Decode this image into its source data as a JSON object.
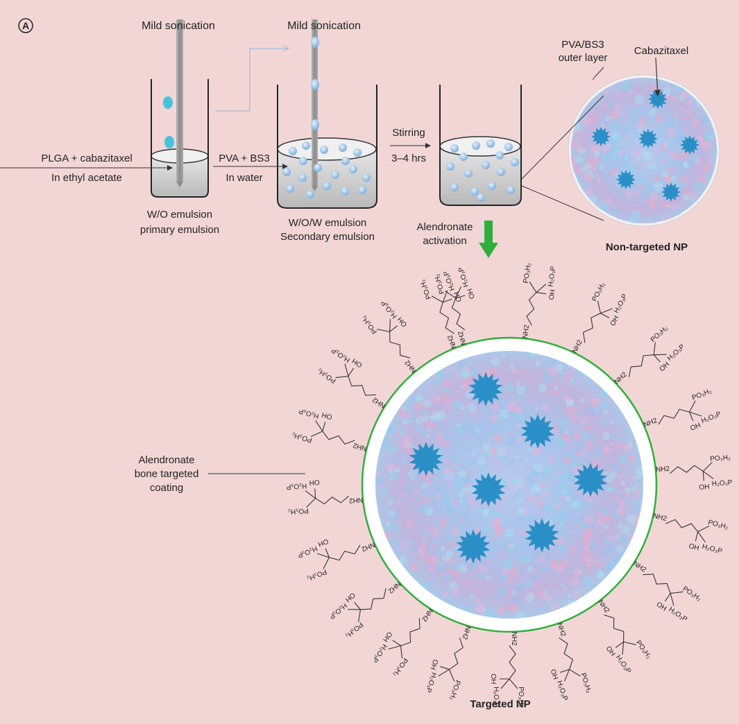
{
  "panel_label": "A",
  "steps": {
    "sonication_1": "Mild sonication",
    "sonication_2": "Mild sonication",
    "input_1_line1": "PLGA + cabazitaxel",
    "input_1_line2": "In ethyl acetate",
    "input_2_line1": "PVA + BS3",
    "input_2_line2": "In water",
    "beaker_1_line1": "W/O emulsion",
    "beaker_1_line2": "primary emulsion",
    "beaker_2_line1": "W/O/W emulsion",
    "beaker_2_line2": "Secondary emulsion",
    "stirring_line1": "Stirring",
    "stirring_line2": "3–4 hrs",
    "activation_line1": "Alendronate",
    "activation_line2": "activation"
  },
  "non_targeted": {
    "outer_layer_line1": "PVA/BS3",
    "outer_layer_line2": "outer layer",
    "drug": "Cabazitaxel",
    "caption": "Non-targeted NP"
  },
  "targeted": {
    "coating_line1": "Alendronate",
    "coating_line2": "bone targeted",
    "coating_line3": "coating",
    "caption": "Targeted NP"
  },
  "chemistry": {
    "amine": "NH",
    "amine_sub": "2",
    "hydroxyl": "OH",
    "phosphonate_left": "H₂O₃P",
    "phosphonate_right": "PO₃H₂",
    "ho": "HO"
  },
  "colors": {
    "background": "#f2d6d6",
    "drug_star": "#2a8fc6",
    "droplet": "#a9cbe8",
    "coating_ring": "#2fae3a",
    "arrow_green": "#2fae3a",
    "probe": "#9a9a9a"
  }
}
